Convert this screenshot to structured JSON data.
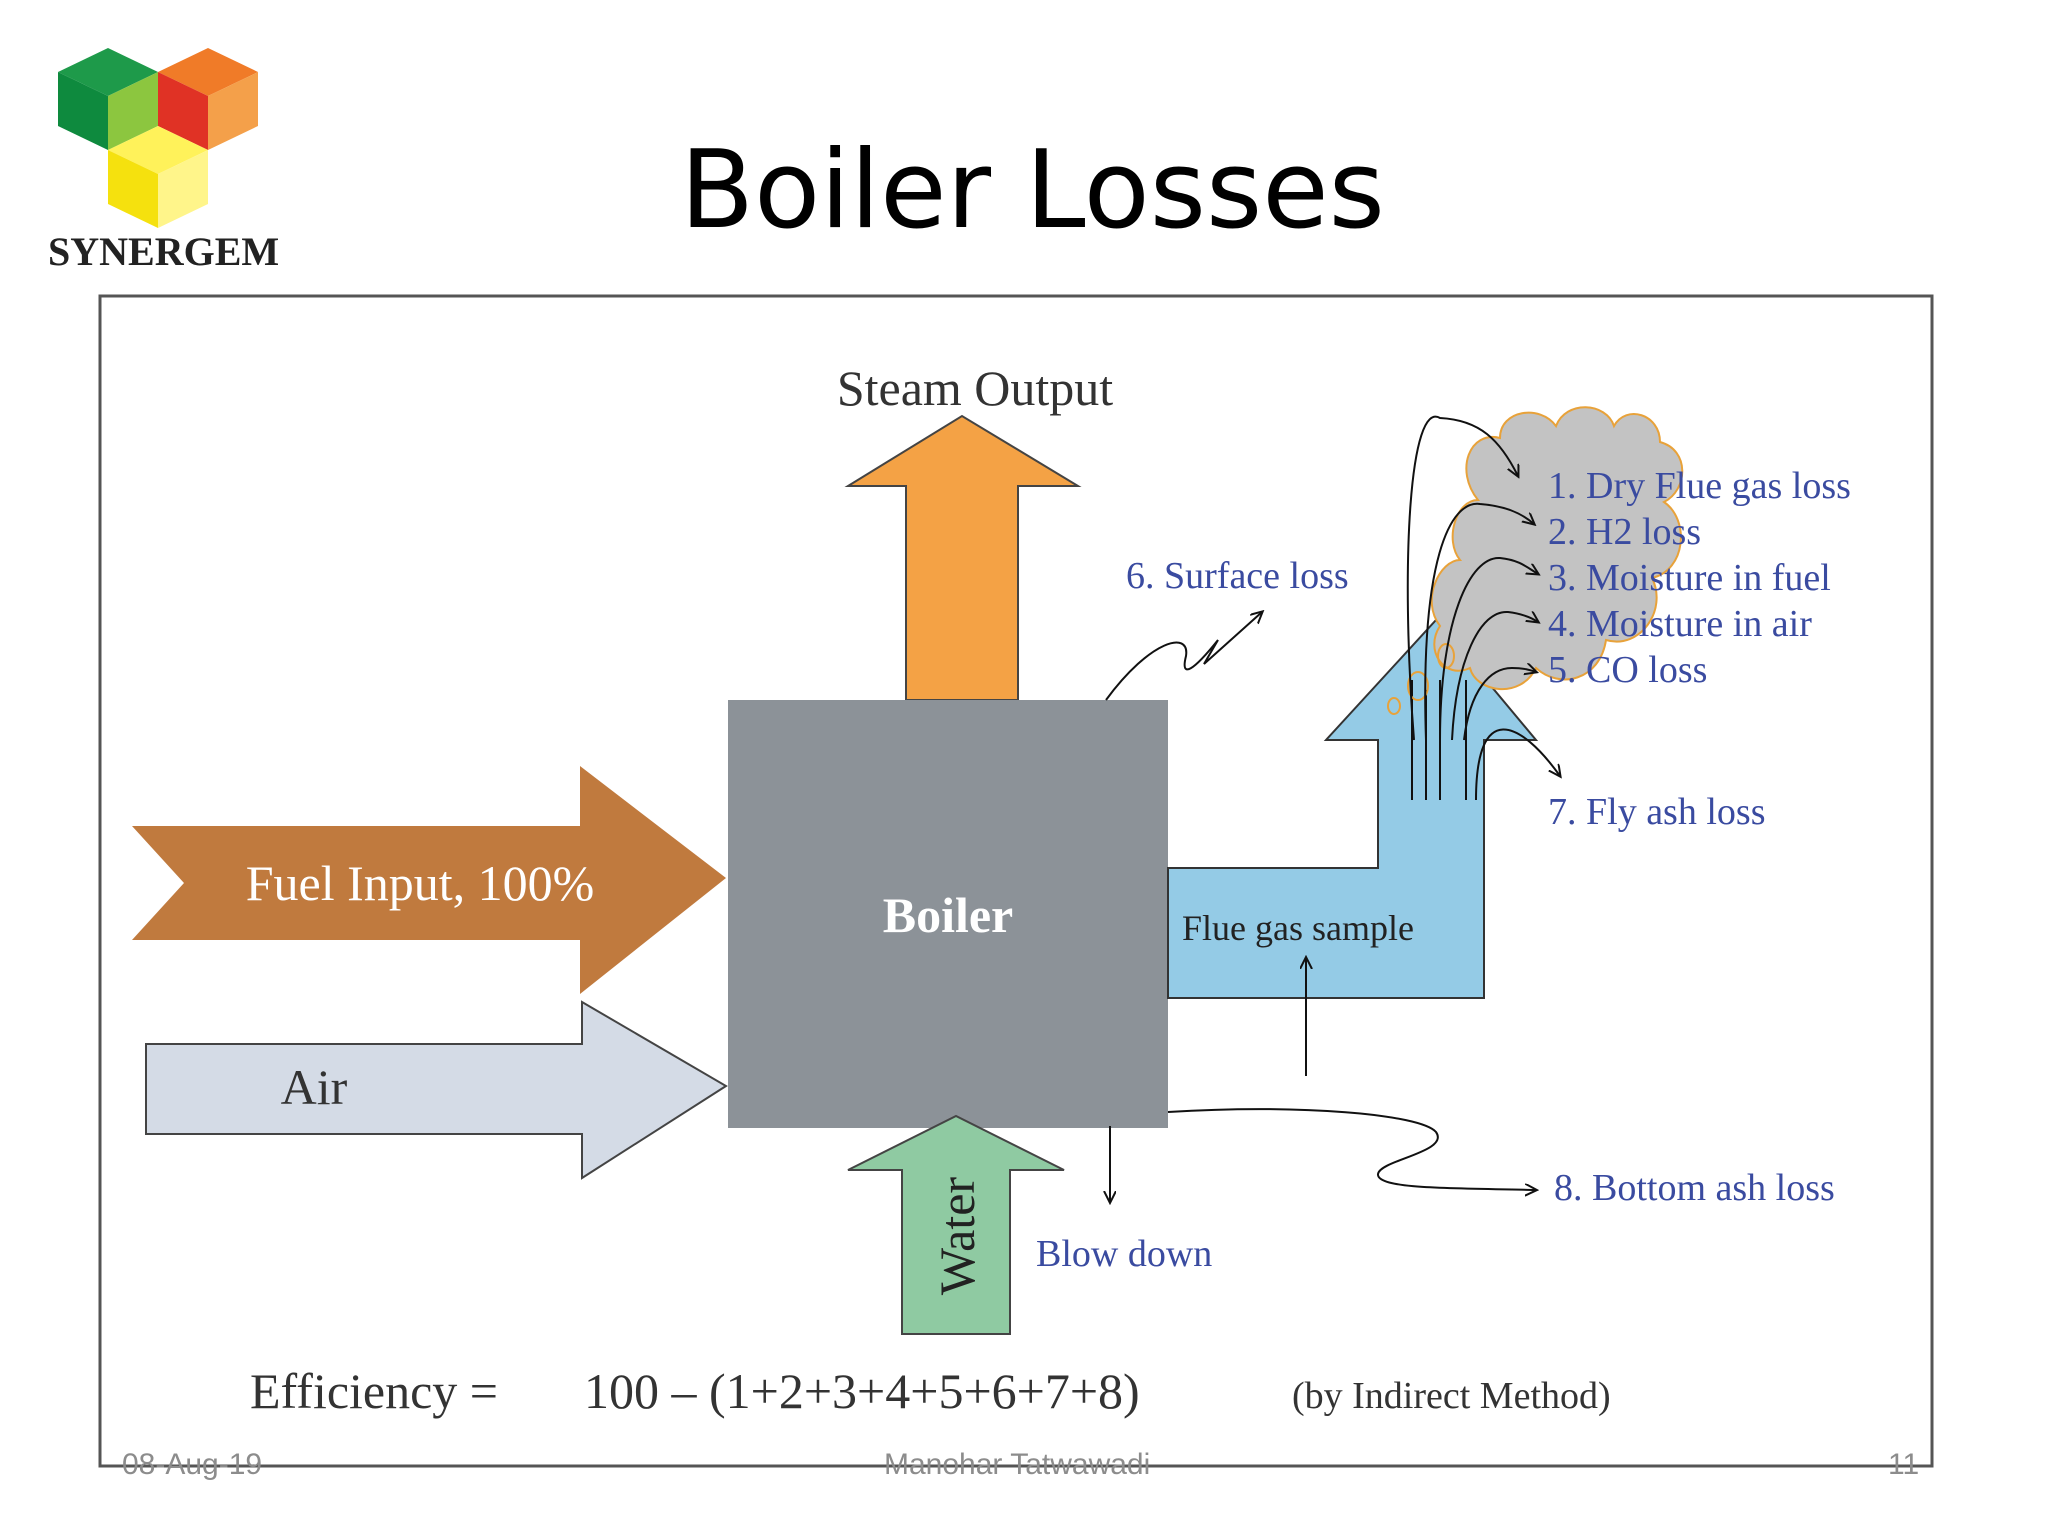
{
  "slide": {
    "title": "Boiler Losses",
    "logo_text": "SYNERGEM",
    "footer_date": "08-Aug-19",
    "footer_author": "Manohar Tatwawadi",
    "footer_page": "11"
  },
  "diagram": {
    "steam_output": "Steam Output",
    "boiler": "Boiler",
    "fuel_input": "Fuel Input, 100%",
    "air": "Air",
    "water": "Water",
    "blow_down": "Blow down",
    "flue_gas_sample": "Flue gas sample",
    "losses": [
      "1. Dry Flue gas loss",
      "2. H2 loss",
      "3. Moisture in fuel",
      "4. Moisture in air",
      "5. CO loss",
      "6. Surface loss",
      "7. Fly ash loss",
      "8. Bottom ash loss"
    ],
    "efficiency_label": "Efficiency =",
    "efficiency_formula": "100 – (1+2+3+4+5+6+7+8)",
    "efficiency_method": "(by Indirect Method)"
  },
  "colors": {
    "steam": "#f4a245",
    "fuel": "#c07a3e",
    "air": "#d4dbe6",
    "water": "#8fcaa2",
    "boiler": "#8c9298",
    "flue": "#94cbe6",
    "cloud": "#c3c3c3",
    "loss_text": "#3a4ba0"
  }
}
